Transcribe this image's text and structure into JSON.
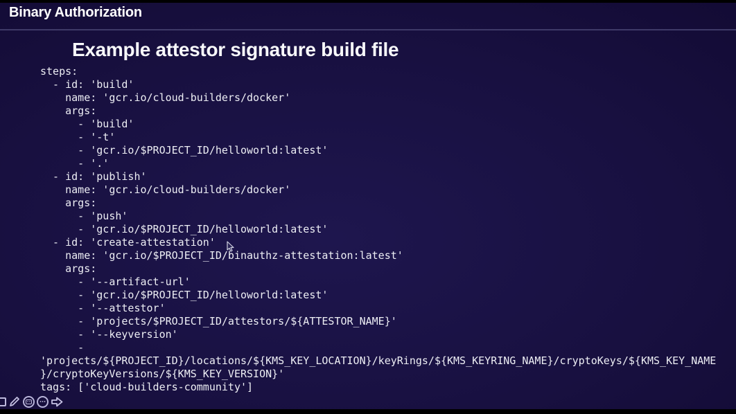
{
  "header": {
    "title": "Binary Authorization"
  },
  "slide": {
    "heading": "Example attestor signature build file",
    "code_lines": [
      "steps:",
      "  - id: 'build'",
      "    name: 'gcr.io/cloud-builders/docker'",
      "    args:",
      "      - 'build'",
      "      - '-t'",
      "      - 'gcr.io/$PROJECT_ID/helloworld:latest'",
      "      - '.'",
      "  - id: 'publish'",
      "    name: 'gcr.io/cloud-builders/docker'",
      "    args:",
      "      - 'push'",
      "      - 'gcr.io/$PROJECT_ID/helloworld:latest'",
      "  - id: 'create-attestation'",
      "    name: 'gcr.io/$PROJECT_ID/binauthz-attestation:latest'",
      "    args:",
      "      - '--artifact-url'",
      "      - 'gcr.io/$PROJECT_ID/helloworld:latest'",
      "      - '--attestor'",
      "      - 'projects/$PROJECT_ID/attestors/${ATTESTOR_NAME}'",
      "      - '--keyversion'",
      "      -",
      "'projects/${PROJECT_ID}/locations/${KMS_KEY_LOCATION}/keyRings/${KMS_KEYRING_NAME}/cryptoKeys/${KMS_KEY_NAME",
      "}/cryptoKeyVersions/${KMS_KEY_VERSION}'",
      "tags: ['cloud-builders-community']"
    ]
  },
  "toolbar": {
    "icons": [
      {
        "name": "color-swatch-icon"
      },
      {
        "name": "pen-icon"
      },
      {
        "name": "keypad-icon"
      },
      {
        "name": "more-options-icon"
      },
      {
        "name": "next-arrow-icon"
      }
    ]
  },
  "cursor": {
    "name": "mouse-pointer-icon"
  },
  "colors": {
    "background": "#181040",
    "header_background": "#120a33",
    "divider": "#3f3a68",
    "heading_text": "#ffffff",
    "code_text": "#edeef4",
    "toolbar_icon": "#b7b3d8",
    "letterbox": "#000000"
  }
}
